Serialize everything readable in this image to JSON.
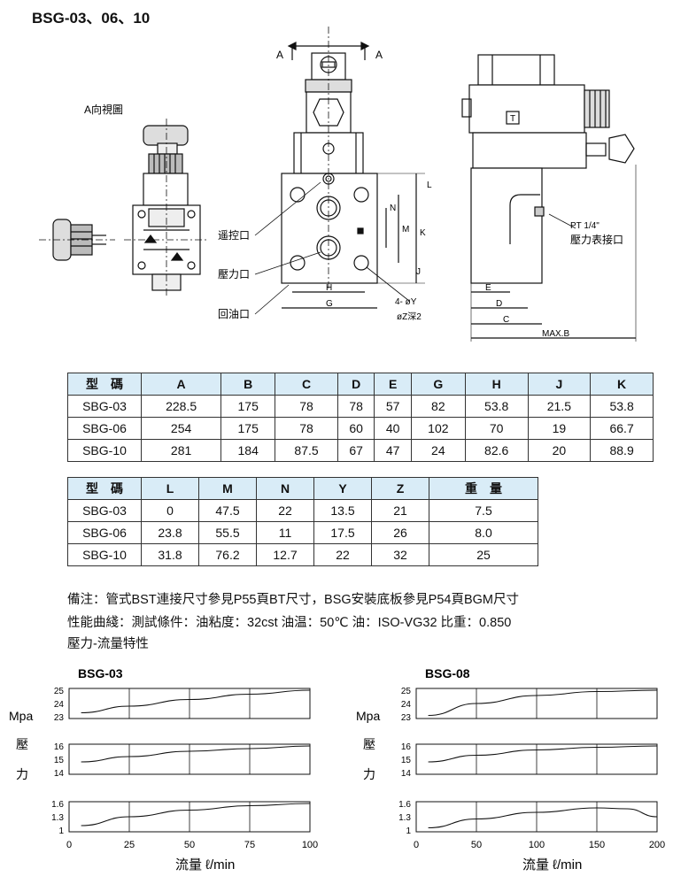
{
  "title": "BSG-03、06、10",
  "drawing": {
    "view_label": "A向視圖",
    "arrow_left": "A",
    "arrow_right": "A",
    "label_remote": "遥控口",
    "label_pressure": "壓力口",
    "label_return": "回油口",
    "label_gauge": "壓力表接口",
    "label_pt": "PT 1/4\"",
    "label_hole_y": "4- øY",
    "label_hole_z": "øZ深2",
    "label_t": "T",
    "dims_front": [
      "L",
      "N",
      "M",
      "K",
      "J",
      "H",
      "G"
    ],
    "dims_side": [
      "E",
      "D",
      "C",
      "MAX.B"
    ]
  },
  "table1": {
    "headers": [
      "型　碼",
      "A",
      "B",
      "C",
      "D",
      "E",
      "G",
      "H",
      "J",
      "K"
    ],
    "rows": [
      [
        "SBG-03",
        "228.5",
        "175",
        "78",
        "78",
        "57",
        "82",
        "53.8",
        "21.5",
        "53.8"
      ],
      [
        "SBG-06",
        "254",
        "175",
        "78",
        "60",
        "40",
        "102",
        "70",
        "19",
        "66.7"
      ],
      [
        "SBG-10",
        "281",
        "184",
        "87.5",
        "67",
        "47",
        "24",
        "82.6",
        "20",
        "88.9"
      ]
    ]
  },
  "table2": {
    "headers": [
      "型　碼",
      "L",
      "M",
      "N",
      "Y",
      "Z",
      "重　量"
    ],
    "rows": [
      [
        "SBG-03",
        "0",
        "47.5",
        "22",
        "13.5",
        "21",
        "7.5"
      ],
      [
        "SBG-06",
        "23.8",
        "55.5",
        "11",
        "17.5",
        "26",
        "8.0"
      ],
      [
        "SBG-10",
        "31.8",
        "76.2",
        "12.7",
        "22",
        "32",
        "25"
      ]
    ]
  },
  "notes": {
    "line1": "備注：管式BST連接尺寸參見P55頁BT尺寸，BSG安裝底板參見P54頁BGM尺寸",
    "line2": "性能曲綫：測試條件：油粘度：32cst 油温：50℃ 油：ISO-VG32 比重：0.850",
    "line3": "壓力-流量特性"
  },
  "chart_data": [
    {
      "type": "line",
      "title": "BSG-03",
      "ylabel": "Mpa 壓 力",
      "xlabel": "流量 ℓ/min",
      "x_ticks": [
        0,
        25,
        50,
        75,
        100
      ],
      "xlim": [
        0,
        100
      ],
      "panels": [
        {
          "y_ticks": [
            23,
            24,
            25
          ],
          "ylim": [
            23,
            25
          ],
          "x": [
            5,
            25,
            50,
            75,
            100
          ],
          "y": [
            23.3,
            23.8,
            24.3,
            24.7,
            25.0
          ]
        },
        {
          "y_ticks": [
            14,
            15,
            16
          ],
          "ylim": [
            14,
            16
          ],
          "x": [
            5,
            25,
            50,
            75,
            100
          ],
          "y": [
            14.8,
            15.2,
            15.6,
            15.8,
            16.0
          ]
        },
        {
          "y_ticks": [
            1.0,
            1.3,
            1.6
          ],
          "ylim": [
            1.0,
            1.6
          ],
          "x": [
            5,
            25,
            50,
            75,
            100
          ],
          "y": [
            1.1,
            1.3,
            1.45,
            1.55,
            1.6
          ]
        }
      ]
    },
    {
      "type": "line",
      "title": "BSG-08",
      "ylabel": "Mpa 壓 力",
      "xlabel": "流量 ℓ/min",
      "x_ticks": [
        0,
        50,
        100,
        150,
        200
      ],
      "xlim": [
        0,
        200
      ],
      "panels": [
        {
          "y_ticks": [
            23,
            24,
            25
          ],
          "ylim": [
            23,
            25
          ],
          "x": [
            10,
            50,
            100,
            150,
            200
          ],
          "y": [
            23.1,
            24.0,
            24.6,
            24.9,
            25.0
          ]
        },
        {
          "y_ticks": [
            14,
            15,
            16
          ],
          "ylim": [
            14,
            16
          ],
          "x": [
            10,
            50,
            100,
            150,
            200
          ],
          "y": [
            14.8,
            15.3,
            15.7,
            15.9,
            16.0
          ]
        },
        {
          "y_ticks": [
            1.0,
            1.3,
            1.6
          ],
          "ylim": [
            1.0,
            1.6
          ],
          "x": [
            10,
            50,
            100,
            150,
            175,
            200
          ],
          "y": [
            1.05,
            1.25,
            1.4,
            1.5,
            1.48,
            1.3
          ]
        }
      ]
    }
  ]
}
